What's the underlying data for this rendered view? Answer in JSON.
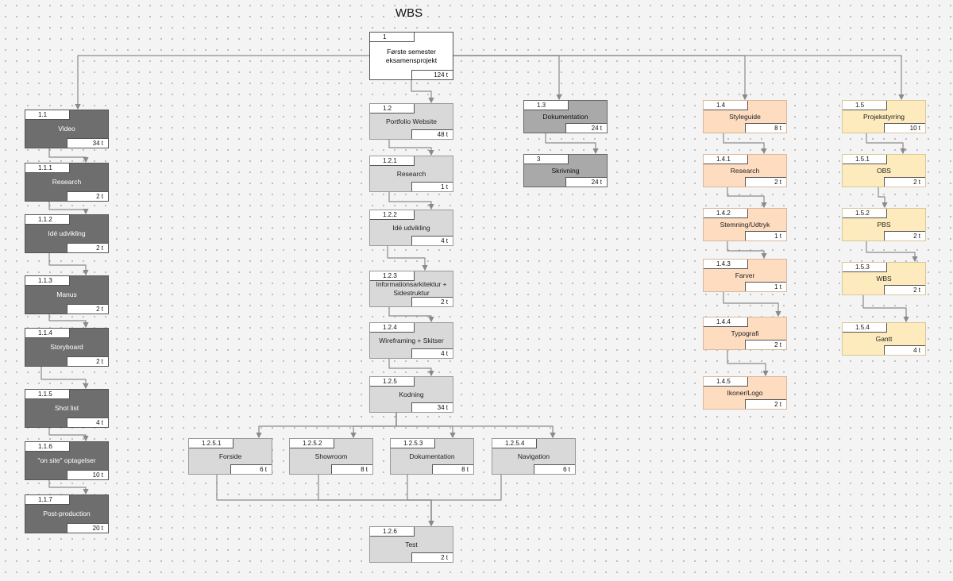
{
  "title": "WBS",
  "colors": {
    "root": "#ffffff",
    "video": "#6e6e6e",
    "dokumentation": "#a9a9a9",
    "website": "#d9d9d9",
    "styleguide": "#fedcc0",
    "projektstyring": "#fdebbd",
    "connector": "#8a8a8a"
  },
  "nodes": [
    {
      "id": "n1",
      "code": "1",
      "label": "Første semester eksamensprojekt",
      "hours": "124 t",
      "kind": "root"
    },
    {
      "id": "n11",
      "code": "1.1",
      "label": "Video",
      "hours": "34 t",
      "kind": "dark"
    },
    {
      "id": "n111",
      "code": "1.1.1",
      "label": "Research",
      "hours": "2 t",
      "kind": "dark"
    },
    {
      "id": "n112",
      "code": "1.1.2",
      "label": "Idé udvikling",
      "hours": "2 t",
      "kind": "dark"
    },
    {
      "id": "n113",
      "code": "1.1.3",
      "label": "Manus",
      "hours": "2 t",
      "kind": "dark"
    },
    {
      "id": "n114",
      "code": "1.1.4",
      "label": "Storyboard",
      "hours": "2 t",
      "kind": "dark"
    },
    {
      "id": "n115",
      "code": "1.1.5",
      "label": "Shot list",
      "hours": "4 t",
      "kind": "dark"
    },
    {
      "id": "n116",
      "code": "1.1.6",
      "label": "\"on site\" optagelser",
      "hours": "10 t",
      "kind": "dark"
    },
    {
      "id": "n117",
      "code": "1.1.7",
      "label": "Post-production",
      "hours": "20 t",
      "kind": "dark"
    },
    {
      "id": "n12",
      "code": "1.2",
      "label": "Portfolio Website",
      "hours": "48 t",
      "kind": "light"
    },
    {
      "id": "n121",
      "code": "1.2.1",
      "label": "Research",
      "hours": "1 t",
      "kind": "light"
    },
    {
      "id": "n122",
      "code": "1.2.2",
      "label": "Idé udvikling",
      "hours": "4 t",
      "kind": "light"
    },
    {
      "id": "n123",
      "code": "1.2.3",
      "label": "Informationsarkitektur + Sidestruktur",
      "hours": "2 t",
      "kind": "light"
    },
    {
      "id": "n124",
      "code": "1.2.4",
      "label": "Wireframing + Skitser",
      "hours": "4 t",
      "kind": "light"
    },
    {
      "id": "n125",
      "code": "1.2.5",
      "label": "Kodning",
      "hours": "34 t",
      "kind": "light"
    },
    {
      "id": "n1251",
      "code": "1.2.5.1",
      "label": "Forside",
      "hours": "6 t",
      "kind": "light"
    },
    {
      "id": "n1252",
      "code": "1.2.5.2",
      "label": "Showroom",
      "hours": "8 t",
      "kind": "light"
    },
    {
      "id": "n1253",
      "code": "1.2.5.3",
      "label": "Dokumentation",
      "hours": "8 t",
      "kind": "light"
    },
    {
      "id": "n1254",
      "code": "1.2.5.4",
      "label": "Navigation",
      "hours": "6 t",
      "kind": "light"
    },
    {
      "id": "n126",
      "code": "1.2.6",
      "label": "Test",
      "hours": "2 t",
      "kind": "light"
    },
    {
      "id": "n13",
      "code": "1.3",
      "label": "Dokumentation",
      "hours": "24 t",
      "kind": "mid"
    },
    {
      "id": "n3",
      "code": "3",
      "label": "Skrivning",
      "hours": "24 t",
      "kind": "mid"
    },
    {
      "id": "n14",
      "code": "1.4",
      "label": "Styleguide",
      "hours": "8 t",
      "kind": "orange"
    },
    {
      "id": "n141",
      "code": "1.4.1",
      "label": "Research",
      "hours": "2 t",
      "kind": "orange"
    },
    {
      "id": "n142",
      "code": "1.4.2",
      "label": "Stemning/Udtryk",
      "hours": "1 t",
      "kind": "orange"
    },
    {
      "id": "n143",
      "code": "1.4.3",
      "label": "Farver",
      "hours": "1 t",
      "kind": "orange"
    },
    {
      "id": "n144",
      "code": "1.4.4",
      "label": "Typografi",
      "hours": "2 t",
      "kind": "orange"
    },
    {
      "id": "n145",
      "code": "1.4.5",
      "label": "Ikoner/Logo",
      "hours": "2 t",
      "kind": "orange"
    },
    {
      "id": "n15",
      "code": "1.5",
      "label": "Projekstyrring",
      "hours": "10 t",
      "kind": "yellow"
    },
    {
      "id": "n151",
      "code": "1.5.1",
      "label": "OBS",
      "hours": "2 t",
      "kind": "yellow"
    },
    {
      "id": "n152",
      "code": "1.5.2",
      "label": "PBS",
      "hours": "2 t",
      "kind": "yellow"
    },
    {
      "id": "n153",
      "code": "1.5.3",
      "label": "WBS",
      "hours": "2 t",
      "kind": "yellow"
    },
    {
      "id": "n154",
      "code": "1.5.4",
      "label": "Gantt",
      "hours": "4 t",
      "kind": "yellow"
    }
  ],
  "edges": [
    [
      "n1",
      "n11"
    ],
    [
      "n1",
      "n12"
    ],
    [
      "n1",
      "n13"
    ],
    [
      "n1",
      "n14"
    ],
    [
      "n1",
      "n15"
    ],
    [
      "n11",
      "n111"
    ],
    [
      "n111",
      "n112"
    ],
    [
      "n112",
      "n113"
    ],
    [
      "n113",
      "n114"
    ],
    [
      "n114",
      "n115"
    ],
    [
      "n115",
      "n116"
    ],
    [
      "n116",
      "n117"
    ],
    [
      "n12",
      "n121"
    ],
    [
      "n121",
      "n122"
    ],
    [
      "n122",
      "n123"
    ],
    [
      "n123",
      "n124"
    ],
    [
      "n124",
      "n125"
    ],
    [
      "n125",
      "n1251"
    ],
    [
      "n125",
      "n1252"
    ],
    [
      "n125",
      "n1253"
    ],
    [
      "n125",
      "n1254"
    ],
    [
      "n1251",
      "n126"
    ],
    [
      "n1252",
      "n126"
    ],
    [
      "n1253",
      "n126"
    ],
    [
      "n1254",
      "n126"
    ],
    [
      "n13",
      "n3"
    ],
    [
      "n14",
      "n141"
    ],
    [
      "n141",
      "n142"
    ],
    [
      "n142",
      "n143"
    ],
    [
      "n143",
      "n144"
    ],
    [
      "n144",
      "n145"
    ],
    [
      "n15",
      "n151"
    ],
    [
      "n151",
      "n152"
    ],
    [
      "n152",
      "n153"
    ],
    [
      "n153",
      "n154"
    ]
  ]
}
